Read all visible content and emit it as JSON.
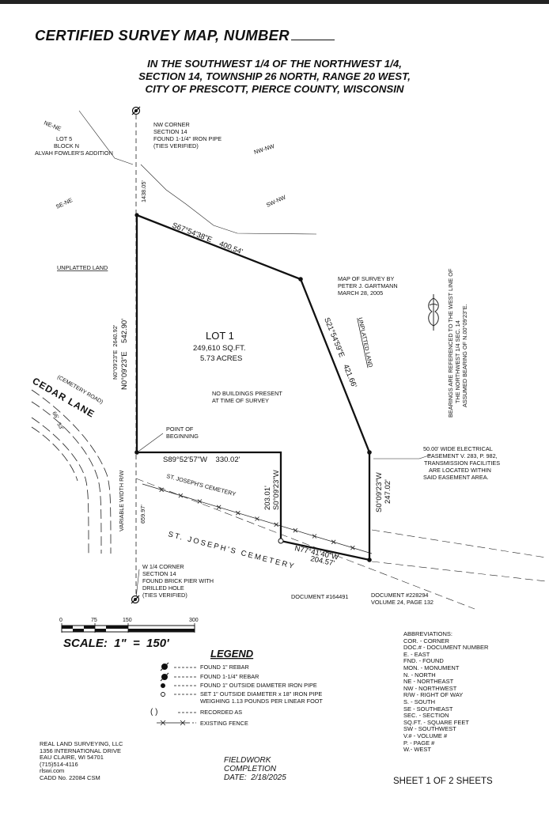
{
  "title": {
    "main": "CERTIFIED SURVEY MAP, NUMBER",
    "sub1": "IN THE SOUTHWEST 1/4 OF THE NORTHWEST 1/4,",
    "sub2": "SECTION 14, TOWNSHIP 26 NORTH, RANGE 20 WEST,",
    "sub3": "CITY OF PRESCOTT, PIERCE COUNTY, WISCONSIN"
  },
  "map": {
    "nw_corner": [
      "NW CORNER",
      "SECTION 14",
      "FOUND 1-1/4\" IRON PIPE",
      "(TIES VERIFIED)"
    ],
    "lot5": [
      "LOT 5",
      "BLOCK N",
      "ALVAH FOWLER'S ADDITION"
    ],
    "ne_ne": "NE-NE",
    "nw_nw": "NW-NW",
    "se_ne": "SE-NE",
    "sw_nw": "SW-NW",
    "dist_1438": "1438.05'",
    "unplatted_left": "UNPLATTED LAND",
    "unplatted_right": "UNPLATTED LAND",
    "map_of_survey": [
      "MAP OF SURVEY BY",
      "PETER J. GARTMANN",
      "MARCH 28, 2005"
    ],
    "bearings_note": [
      "BEARINGS ARE REFERENCED TO THE WEST LINE OF",
      "THE NORTHWEST 1/4 SEC. 14",
      "ASSUMED BEARING OF N.00°09'23\"E."
    ],
    "lot1": "LOT 1",
    "lot1_sqft": "249,610 SQ.FT.",
    "lot1_acres": "5.73 ACRES",
    "no_buildings": [
      "NO BUILDINGS PRESENT",
      "AT TIME OF SURVEY"
    ],
    "north_line": "S67°54'38\"E    400.54'",
    "east_line": "S21°54'59\"E    421.66'",
    "west_line": "N0°09'23\"E    542.90'",
    "west_long": "N0°09'23\"E  2640.92'",
    "cedar_lane": "CEDAR LANE",
    "cemetery_road": "(CEMETERY ROAD)",
    "dim_66": "66'",
    "dim_33": "33'",
    "pob": [
      "POINT OF",
      "BEGINNING"
    ],
    "south_line": "S89°52'57\"W    330.02'",
    "st_joseph_small": "ST. JOSEPH'S CEMETERY",
    "st_joseph_big": "ST. JOSEPH'S CEMETERY",
    "inner_dist": "203.01'",
    "inner_bearing": "S0°09'23\"W",
    "east_bearing": "S0°09'23\"W",
    "east_dist": "247.02'",
    "south_bearing": "N77°41'40\"W",
    "south_dist": "204.57'",
    "variable_width": "VARIABLE WIDTH R/W",
    "dist_659": "659.97'",
    "easement": [
      "50.00' WIDE ELECTRICAL",
      "EASEMENT V. 283, P. 982,",
      "TRANSMISSION FACILITIES",
      "ARE LOCATED WITHIN",
      "SAID EASEMENT AREA."
    ],
    "w_quarter": [
      "W 1/4 CORNER",
      "SECTION 14",
      "FOUND BRICK PIER WITH",
      "DRILLED HOLE",
      "(TIES VERIFIED)"
    ],
    "doc_164491": "DOCUMENT #164491",
    "doc_228294": [
      "DOCUMENT #228294",
      "VOLUME 24, PAGE 132"
    ]
  },
  "scale": {
    "ticks": [
      "0",
      "75",
      "150",
      "300"
    ],
    "label": "SCALE:  1\"  =  150'"
  },
  "legend": {
    "title": "LEGEND",
    "items": [
      "FOUND 1\" REBAR",
      "FOUND 1-1/4\" REBAR",
      "FOUND 1\" OUTSIDE DIAMETER IRON PIPE",
      "SET 1\" OUTSIDE DIAMETER x 18\" IRON PIPE",
      "WEIGHING 1.13 POUNDS PER LINEAR FOOT",
      "RECORDED AS",
      "EXISTING FENCE"
    ]
  },
  "abbreviations": [
    "ABBREVIATIONS:",
    "COR. - CORNER",
    "DOC.# - DOCUMENT NUMBER",
    "E. - EAST",
    "FND. - FOUND",
    "MON. - MONUMENT",
    "N. - NORTH",
    "NE - NORTHEAST",
    "NW - NORTHWEST",
    "R/W - RIGHT OF WAY",
    "S. - SOUTH",
    "SE - SOUTHEAST",
    "SEC. - SECTION",
    "SQ.FT. - SQUARE FEET",
    "SW - SOUTHWEST",
    "V.# - VOLUME #",
    "P. - PAGE #",
    "W.- WEST"
  ],
  "company": [
    "REAL LAND SURVEYING, LLC",
    "1356 INTERNATIONAL DRIVE",
    "EAU CLAIRE, WI 54701",
    "(715)514-4116",
    "rlswi.com",
    "CADD No. 22084 CSM"
  ],
  "fieldwork": [
    "FIELDWORK",
    "COMPLETION",
    "DATE:  2/18/2025"
  ],
  "sheet": "SHEET 1 OF 2 SHEETS"
}
